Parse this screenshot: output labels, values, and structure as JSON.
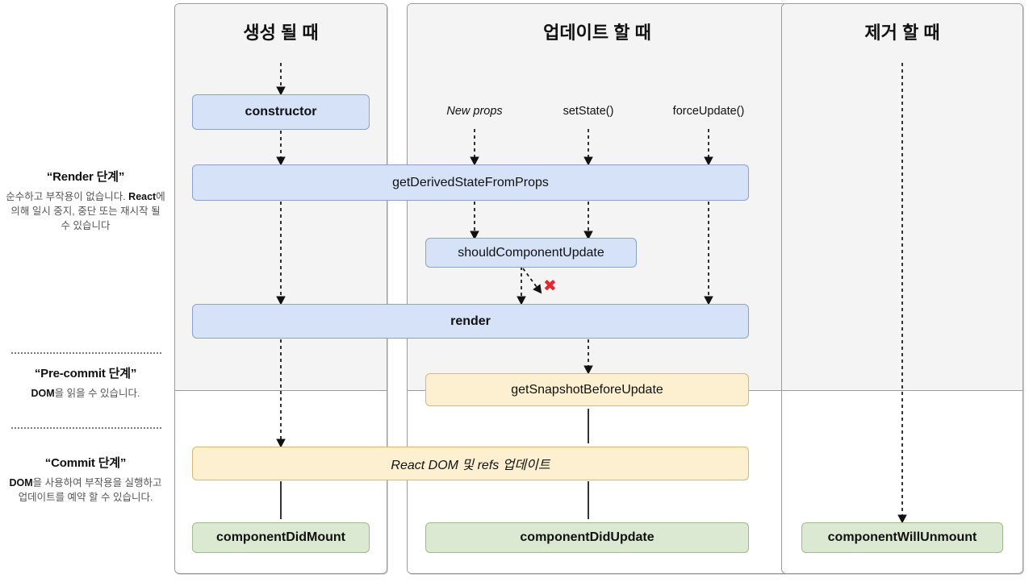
{
  "legend": {
    "sections": [
      {
        "id": "render-phase",
        "title": "“Render 단계”",
        "body_html": "순수하고 부작용이 없습니다. <b>React</b>에 의해 일시 중지, 중단 또는 재시작 될 수 있습니다"
      },
      {
        "id": "pre-commit-phase",
        "title": "“Pre-commit 단계”",
        "body_html": "<b>DOM</b>을 읽을 수 있습니다."
      },
      {
        "id": "commit-phase",
        "title": "“Commit 단계”",
        "body_html": "<b>DOM</b>을 사용하여 부작용을 실행하고 업데이트를 예약 할 수 있습니다."
      }
    ]
  },
  "panels": [
    {
      "id": "mounting",
      "title": "생성 될 때"
    },
    {
      "id": "updating",
      "title": "업데이트 할 때"
    },
    {
      "id": "unmounting",
      "title": "제거 할 때"
    }
  ],
  "triggers": [
    {
      "id": "new-props",
      "label": "New props",
      "italic": true
    },
    {
      "id": "set-state",
      "label": "setState()",
      "italic": false
    },
    {
      "id": "force-update",
      "label": "forceUpdate()",
      "italic": false
    }
  ],
  "nodes": {
    "constructor": "constructor",
    "get_derived_state_from_props": "getDerivedStateFromProps",
    "should_component_update": "shouldComponentUpdate",
    "render": "render",
    "get_snapshot_before_update": "getSnapshotBeforeUpdate",
    "react_dom_refs_update": "React DOM 및 refs 업데이트",
    "component_did_mount": "componentDidMount",
    "component_did_update": "componentDidUpdate",
    "component_will_unmount": "componentWillUnmount"
  },
  "marks": {
    "abort_x": "✖"
  },
  "colors": {
    "blue_fill": "#d6e2f7",
    "blue_stroke": "#8aa2cc",
    "cream_fill": "#fdf0d0",
    "cream_stroke": "#d7b96a",
    "green_fill": "#dce9d2",
    "green_stroke": "#9fba8a",
    "panel_shade": "#f4f4f4",
    "panel_border": "#9a9a9a",
    "abort_red": "#e8262a"
  }
}
